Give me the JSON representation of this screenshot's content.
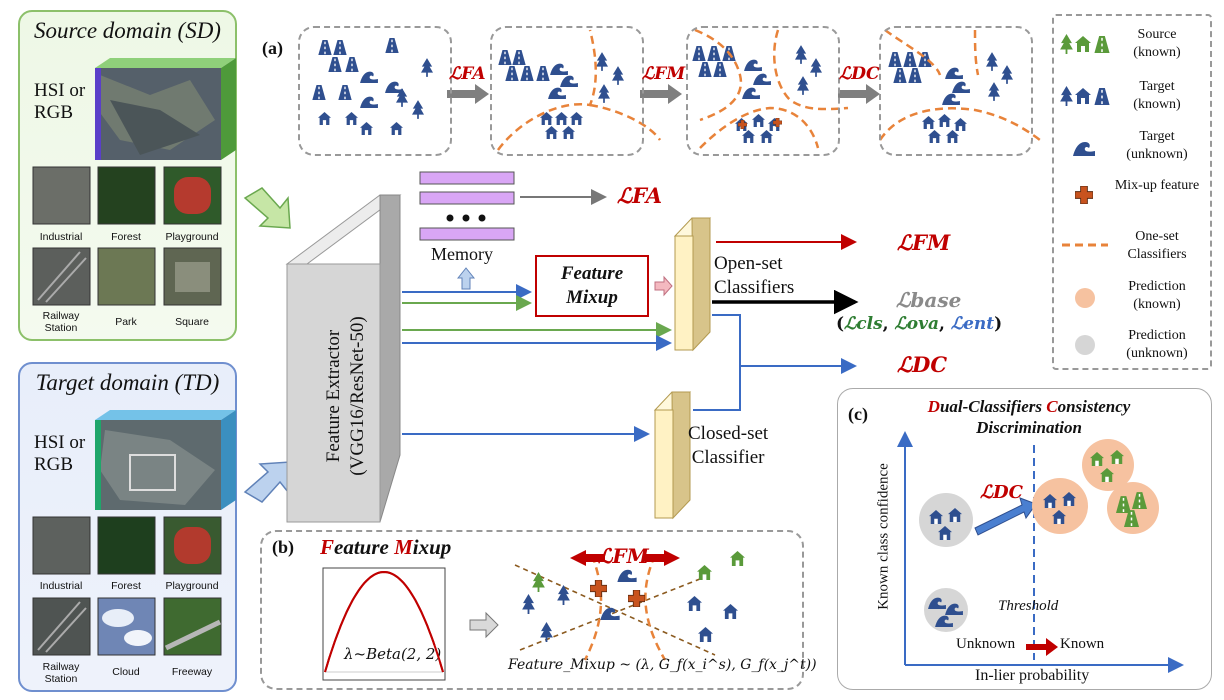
{
  "colors": {
    "source_green": "#6aa84f",
    "target_blue": "#2f4f8f",
    "loss_red": "#c00000",
    "boundary_orange": "#e8833a",
    "memory_purple": "#d9a6f5",
    "classifier_yellow": "#fff2c4",
    "prediction_known": "#f6c2a0",
    "prediction_unknown": "#d6d6d6"
  },
  "source_domain": {
    "title": "Source domain (SD)",
    "hsi_label": "HSI or RGB",
    "thumbnails": [
      {
        "label": "Industrial",
        "icon": "industrial-aerial-image"
      },
      {
        "label": "Forest",
        "icon": "forest-aerial-image"
      },
      {
        "label": "Playground",
        "icon": "playground-aerial-image"
      },
      {
        "label": "Railway Station",
        "icon": "railway-aerial-image"
      },
      {
        "label": "Park",
        "icon": "park-aerial-image"
      },
      {
        "label": "Square",
        "icon": "square-aerial-image"
      }
    ]
  },
  "target_domain": {
    "title": "Target domain (TD)",
    "hsi_label": "HSI or RGB",
    "thumbnails": [
      {
        "label": "Industrial",
        "icon": "industrial-aerial-image"
      },
      {
        "label": "Forest",
        "icon": "forest-aerial-image"
      },
      {
        "label": "Playground",
        "icon": "playground-aerial-image"
      },
      {
        "label": "Railway Station",
        "icon": "railway-aerial-image"
      },
      {
        "label": "Cloud",
        "icon": "cloud-aerial-image"
      },
      {
        "label": "Freeway",
        "icon": "freeway-aerial-image"
      }
    ]
  },
  "panel_a": {
    "label": "(a)",
    "losses": [
      "ℒFA",
      "ℒFM",
      "ℒDC"
    ]
  },
  "feature_extractor": {
    "line1": "Feature Extractor",
    "line2": "(VGG16/ResNet-50)"
  },
  "memory": {
    "label": "Memory"
  },
  "feature_mixup_box": {
    "line1": "Feature",
    "line2": "Mixup"
  },
  "open_set": {
    "line1": "Open-set",
    "line2": "Classifiers"
  },
  "closed_set": {
    "line1": "Closed-set",
    "line2": "Classifier"
  },
  "losses": {
    "fa": "ℒFA",
    "fm": "ℒFM",
    "dc": "ℒDC",
    "base": "ℒbase",
    "base_terms": {
      "open": "(",
      "cls": "ℒcls",
      "sep1": ", ",
      "ova": "ℒova",
      "sep2": ", ",
      "ent": "ℒent",
      "close": ")"
    }
  },
  "legend": [
    {
      "label": "Source (known)",
      "icon": "source-known-icons"
    },
    {
      "label": "Target (known)",
      "icon": "target-known-icons"
    },
    {
      "label": "Target (unknown)",
      "icon": "wave-icon"
    },
    {
      "label": "Mix-up feature",
      "icon": "cross-icon"
    },
    {
      "label": "One-set Classifiers",
      "icon": "dashed-line-icon"
    },
    {
      "label": "Prediction (known)",
      "icon": "orange-dot-icon"
    },
    {
      "label": "Prediction (unknown)",
      "icon": "gray-dot-icon"
    }
  ],
  "panel_b": {
    "label": "(b)",
    "title_f": "F",
    "title_eature": "eature ",
    "title_m": "M",
    "title_ixup": "ixup",
    "beta": "λ~Beta(2, 2)",
    "loss": "ℒFM",
    "formula": "Feature_Mixup ~ (λ, G_f(x_i^s), G_f(x_j^t))"
  },
  "panel_c": {
    "label": "(c)",
    "title_d": "D",
    "title_ual": "ual-Classifiers ",
    "title_c": "C",
    "title_onsistency": "onsistency",
    "title_line2": "Discrimination",
    "y_axis": "Known class confidence",
    "x_axis": "In-lier probability",
    "loss": "ℒDC",
    "threshold": "Threshold",
    "unknown": "Unknown",
    "known": "Known"
  }
}
